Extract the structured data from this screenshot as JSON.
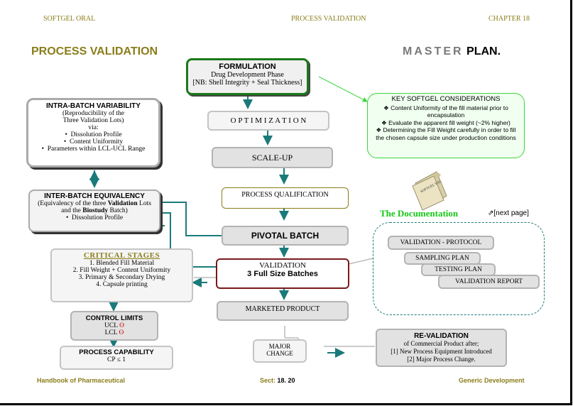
{
  "header": {
    "left": "SOFTGEL  ORAL",
    "center": "PROCESS VALIDATION",
    "right": "CHAPTER  18"
  },
  "title_left": "PROCESS VALIDATION",
  "title_right": {
    "part1": "MASTER",
    "part2": "PLAN."
  },
  "formulation": {
    "title": "FORMULATION",
    "line1": "Drug Development Phase",
    "line2": "[NB: Shell Integrity + Seal Thickness]"
  },
  "optimization": "O P T I M I Z A T I O N",
  "scale_up": "SCALE-UP",
  "process_qualification": "PROCESS QUALIFICATION",
  "pivotal_batch": "PIVOTAL BATCH",
  "validation": {
    "line1": "VALIDATION",
    "line2": "3 Full Size Batches"
  },
  "marketed_product": "MARKETED PRODUCT",
  "major_change": {
    "line1": "MAJOR",
    "line2": "CHANGE"
  },
  "intra_batch": {
    "title": "INTRA-BATCH VARIABILITY",
    "line1": "(Reproducibility of the",
    "line2": "Three Validation Lots)",
    "line3": "via:",
    "bullets": [
      "Dissolution Profile",
      "Content Uniformity",
      "Parameters within LCL-UCL Range"
    ]
  },
  "inter_batch": {
    "title": "INTER-BATCH EQUIVALENCY",
    "line1a": "(Equivalency of the three ",
    "line1b": "Validation",
    "line1c": " Lots",
    "line2a": "and the ",
    "line2b": "Biostudy",
    "line2c": " Batch)",
    "bullet": "Dissolution Profile"
  },
  "critical_stages": {
    "title": "CRITICAL  STAGES",
    "items": [
      "1.   Blended Fill Material",
      "2.  Fill Weight + Content Uniformity",
      "3.  Primary & Secondary Drying",
      "4.   Capsule printing"
    ]
  },
  "control_limits": {
    "title": "CONTROL LIMITS",
    "ucl": "UCL",
    "lcl": "LCL",
    "symbol": "ʘ"
  },
  "process_capability": {
    "title": "PROCESS CAPABILITY",
    "value": "CP ≤ 1"
  },
  "key_considerations": {
    "title": "KEY SOFTGEL CONSIDERATIONS",
    "items": [
      "❖ Content Uniformity of the fill material prior to encapsulation",
      "❖ Evaluate the apparent fill weight (~2% higher)",
      "❖ Determining the Fill Weight carefully in order to fill the chosen capsule size under production conditions"
    ]
  },
  "documentation": {
    "label": "The Documentation",
    "next": "[next page]",
    "folder_text": "SOFTGEL VAL"
  },
  "doc_items": [
    "VALIDATION - PROTOCOL",
    "SAMPLING PLAN",
    "TESTING PLAN",
    "VALIDATION REPORT"
  ],
  "revalidation": {
    "title": "RE-VALIDATION",
    "line1": "of Commercial Product after;",
    "line2": "[1] New Process Equipment Introduced",
    "line3": "[2] Major Process Change."
  },
  "footer": {
    "left": "Handbook  of  Pharmaceutical",
    "center_a": "Sect: ",
    "center_b": "18. 20",
    "right": "Generic  Development"
  },
  "colors": {
    "olive": "#8a7d1a",
    "teal": "#1a7a7a",
    "green": "#1a8a1a",
    "dark_red": "#7a1010",
    "validation_border": "#7a1a1a",
    "green_text": "#14c814"
  }
}
